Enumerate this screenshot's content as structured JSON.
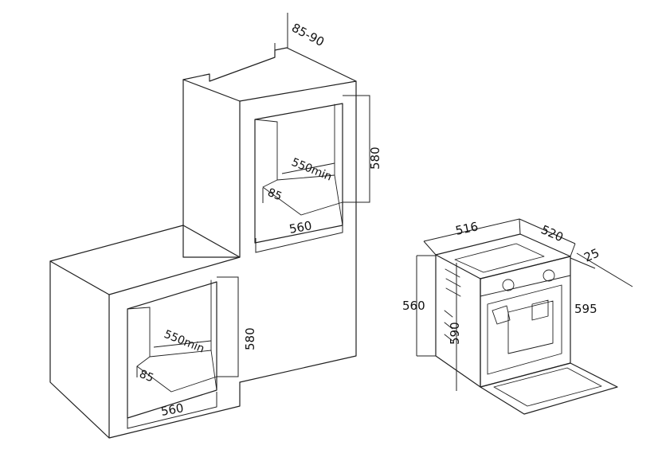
{
  "diagram": {
    "labels": {
      "top_gap": "85-90",
      "upper_depth": "550min",
      "upper_offset": "85",
      "upper_height": "580",
      "upper_width": "560",
      "lower_depth": "550min",
      "lower_offset": "85",
      "lower_height": "580",
      "lower_width": "560",
      "oven_width": "516",
      "oven_depth": "520",
      "oven_panel": "25",
      "oven_front_height": "560",
      "oven_body_height": "590",
      "oven_outer_width": "595"
    },
    "colors": {
      "line": "#202020",
      "text": "#111111",
      "background": "#ffffff"
    }
  }
}
